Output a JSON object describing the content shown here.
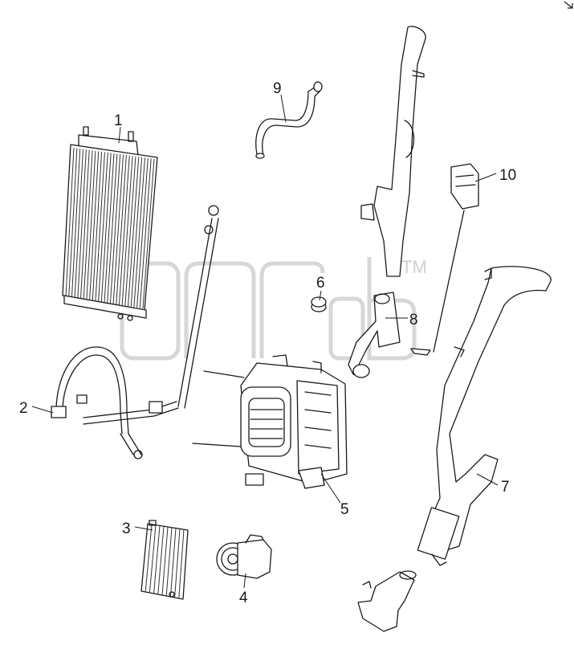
{
  "diagram": {
    "callouts": [
      {
        "id": "1",
        "label": "1"
      },
      {
        "id": "2",
        "label": "2"
      },
      {
        "id": "3",
        "label": "3"
      },
      {
        "id": "4",
        "label": "4"
      },
      {
        "id": "5",
        "label": "5"
      },
      {
        "id": "6",
        "label": "6"
      },
      {
        "id": "7",
        "label": "7"
      },
      {
        "id": "8",
        "label": "8"
      },
      {
        "id": "9",
        "label": "9"
      },
      {
        "id": "10",
        "label": "10"
      }
    ],
    "watermark": {
      "tm": "TM",
      "color": "#c9c9c9"
    },
    "line_color": "#1a1a1a",
    "background": "#ffffff",
    "icons": [
      "corner-arrow-icon"
    ]
  }
}
